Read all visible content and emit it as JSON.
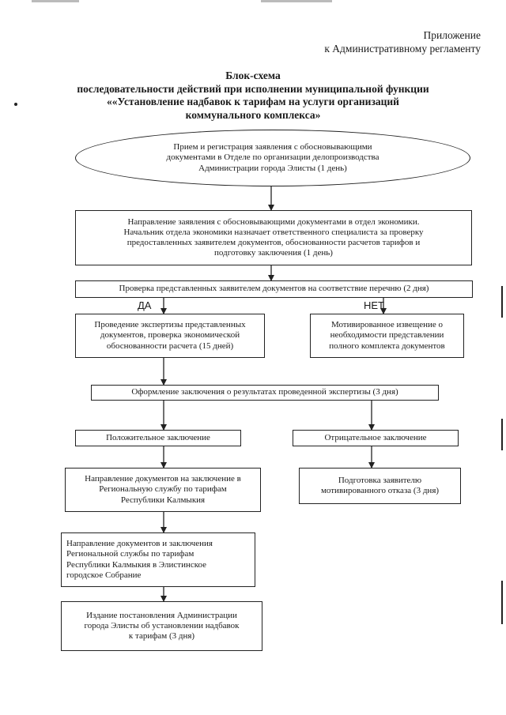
{
  "header": {
    "appendix": "Приложение\nк Административному регламенту"
  },
  "title": {
    "lines": "Блок-схема\nпоследовательности действий при исполнении муниципальной функции\n««Установление надбавок к тарифам на услуги организаций\nкоммунального комплекса»"
  },
  "nodes": {
    "start": "Прием и регистрация заявления с обосновывающими\nдокументами в Отделе по организации делопроизводства\nАдминистрации города Элисты (1 день)",
    "send": "Направление заявления с обосновывающими документами в  отдел экономики.\nНачальник отдела экономики назначает ответственного специалиста за проверку\nпредоставленных заявителем документов, обоснованности расчетов тарифов и\nподготовку заключения (1 день)",
    "check": "Проверка  представленных заявителем документов на соответствие перечню (2 дня)",
    "expertise": "Проведение экспертизы представленных\nдокументов, проверка  экономической\nобоснованности расчета (15  дней)",
    "notice": "Мотивированное извещение о\nнеобходимости представлении\nполного комплекта документов",
    "conclusion": "Оформление заключения о результатах проведенной экспертизы (3 дня)",
    "positive": "Положительное заключение",
    "negative": "Отрицательное заключение",
    "send_docs": "Направление документов на заключение в\nРегиональную службу по тарифам\nРеспублики Калмыкия",
    "refusal": "Подготовка заявителю\nмотивированного отказа (3 дня)",
    "send_council": "Направление документов и заключения\nРегиональной службы по тарифам\nРеспублики Калмыкия  в Элистинское\nгородское Собрание",
    "decree": "Издание постановления Администрации\nгорода  Элисты об установлении надбавок\nк тарифам (3 дня)"
  },
  "branch_labels": {
    "yes": "ДА",
    "no": "НЕТ"
  }
}
